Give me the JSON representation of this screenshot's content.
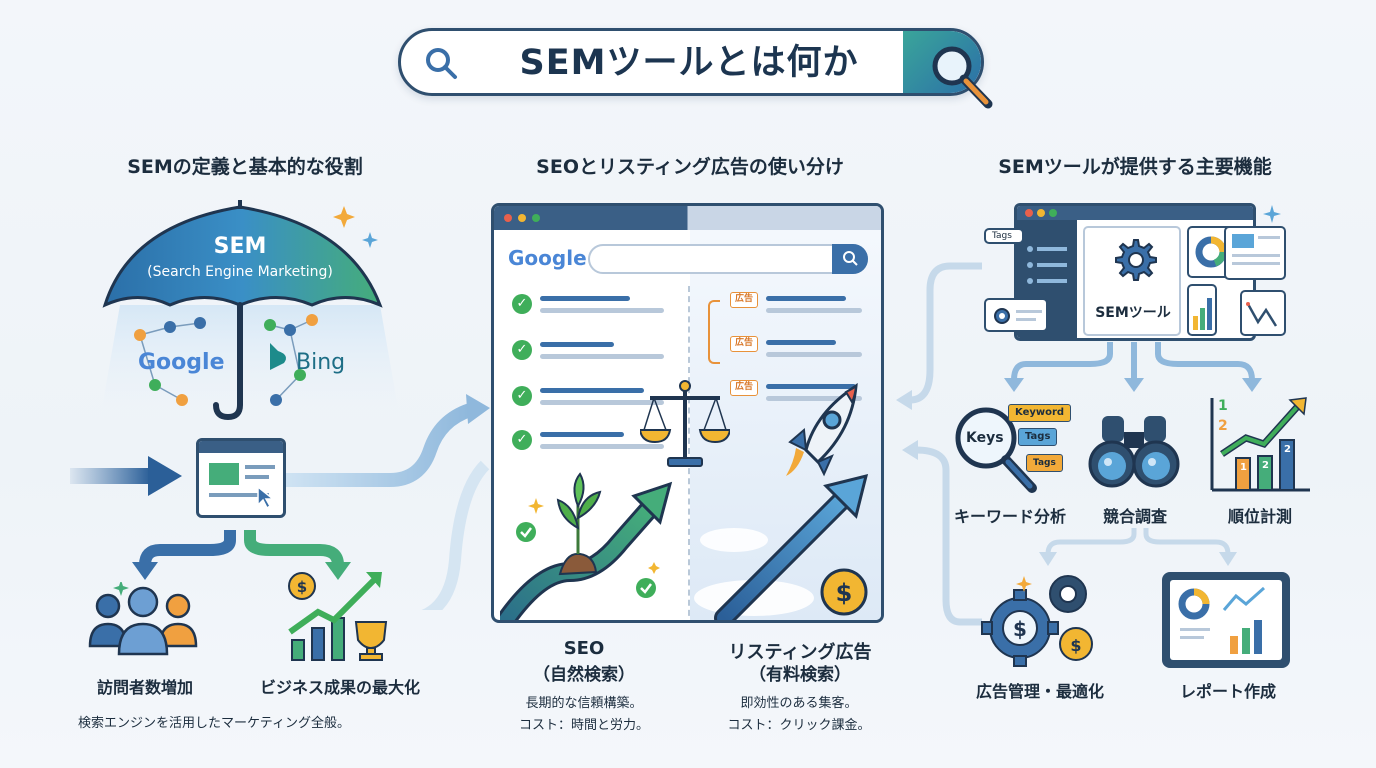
{
  "title": "SEMツールとは何か",
  "left": {
    "heading": "SEMの定義と基本的な役割",
    "umbrella_title": "SEM",
    "umbrella_subtitle": "(Search Engine Marketing)",
    "engine1": "Google",
    "engine2": "Bing",
    "outcome1": "訪問者数増加",
    "outcome2": "ビジネス成果の最大化",
    "note": "検索エンジンを活用したマーケティング全般。"
  },
  "center": {
    "heading": "SEOとリスティング広告の使い分け",
    "logo": "Google",
    "ad_label": "広告",
    "seo_title": "SEO",
    "seo_sub": "（自然検索）",
    "seo_desc1": "長期的な信頼構築。",
    "seo_desc2": "コスト：時間と労力。",
    "ads_title": "リスティング広告",
    "ads_sub": "（有料検索）",
    "ads_desc1": "即効性のある集客。",
    "ads_desc2": "コスト：クリック課金。"
  },
  "right": {
    "heading": "SEMツールが提供する主要機能",
    "tool_label": "SEMツール",
    "sidebar_tag": "Tags",
    "keys": "Keys",
    "tag_keyword": "Keyword",
    "tag_tags": "Tags",
    "tag_tags2": "Tags",
    "rank_1": "1",
    "rank_2": "2",
    "rank_bar1": "1",
    "rank_bar2": "2",
    "rank_bar3": "2",
    "feature1": "キーワード分析",
    "feature2": "競合調査",
    "feature3": "順位計測",
    "feature4": "広告管理・最適化",
    "feature5": "レポート作成"
  },
  "colors": {
    "navy": "#2f4f6f",
    "blue": "#3a6fa8",
    "green": "#3fae5a",
    "orange": "#e8923a",
    "gold": "#f2b632"
  }
}
